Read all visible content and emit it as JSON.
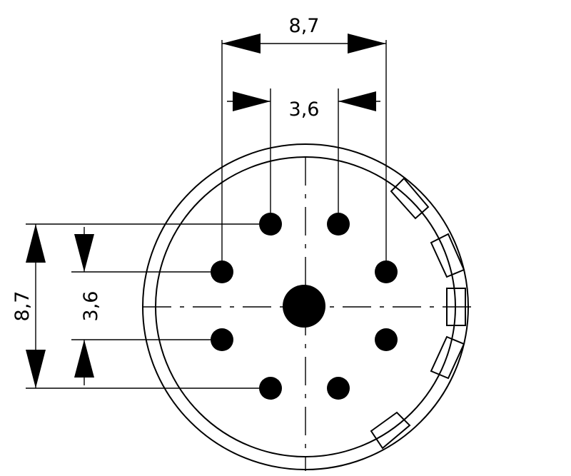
{
  "dimensions": {
    "top_outer": {
      "value": "8,7"
    },
    "top_inner": {
      "value": "3,6"
    },
    "left_outer": {
      "value": "8,7"
    },
    "left_inner": {
      "value": "3,6"
    }
  },
  "connector": {
    "pin_count": 8,
    "center_contact_count": 1
  },
  "colors": {
    "line": "#000000",
    "background": "#ffffff"
  }
}
